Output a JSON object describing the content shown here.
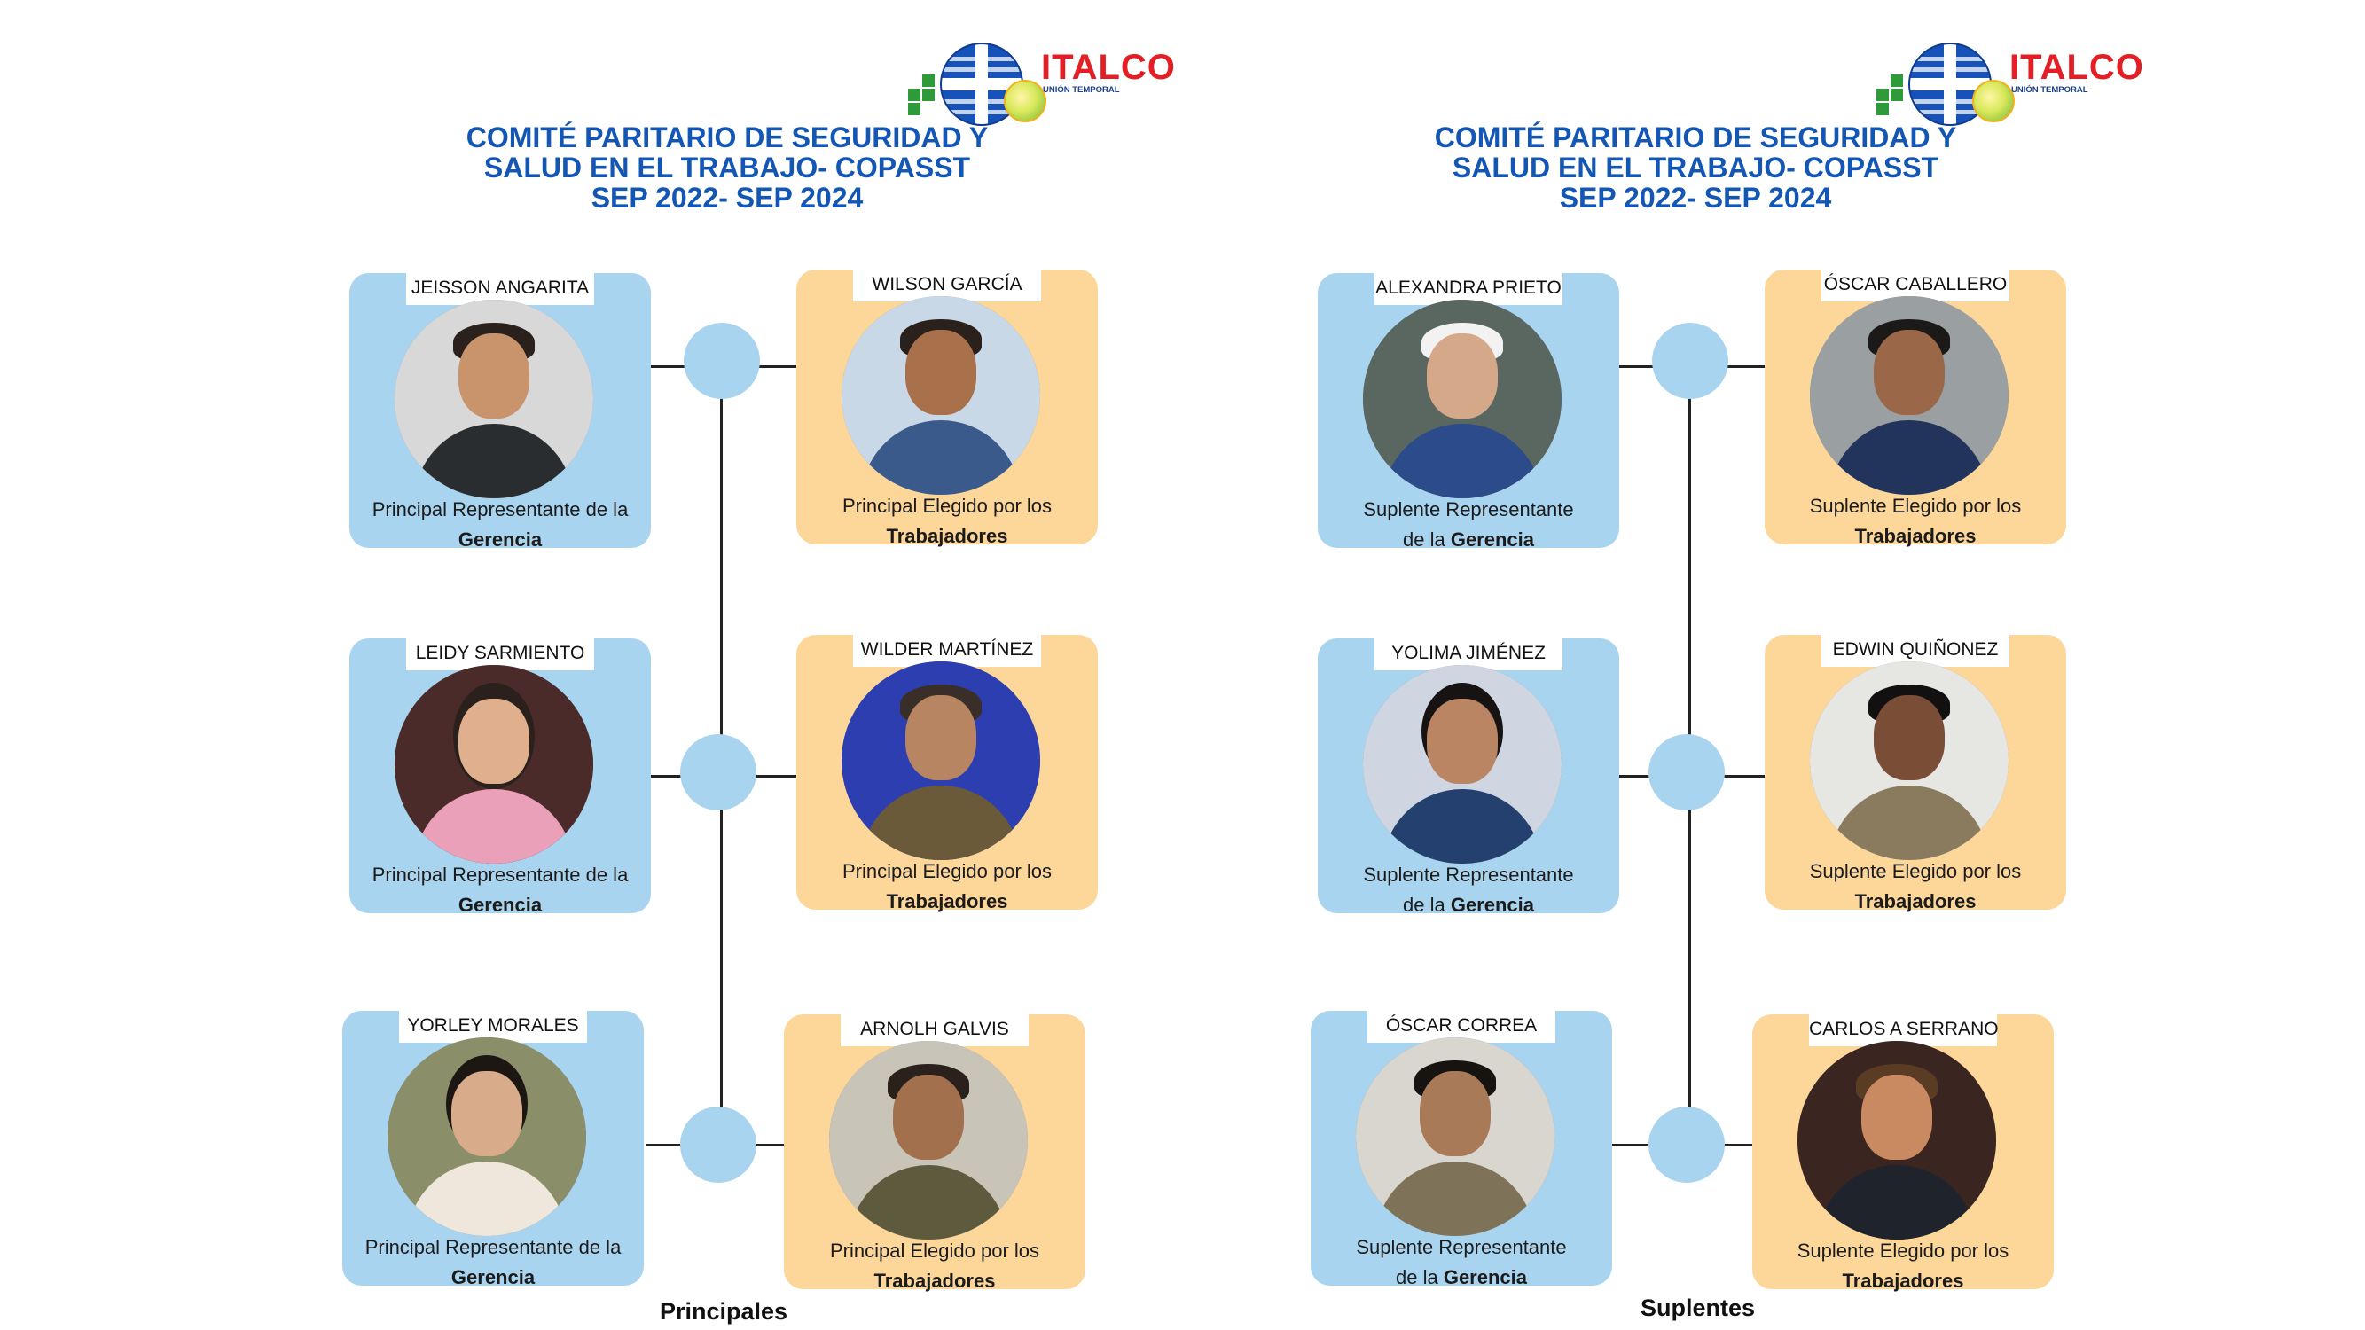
{
  "brand": {
    "name": "ITALCO",
    "subtitle": "UNIÓN TEMPORAL"
  },
  "colors": {
    "title_blue": "#1456b4",
    "management_card": "#a9d4ef",
    "workers_card": "#fdd69a",
    "brand_red": "#e31e24"
  },
  "panels": [
    {
      "title": [
        "COMITÉ PARITARIO DE SEGURIDAD Y",
        "SALUD EN EL TRABAJO- COPASST",
        "SEP 2022- SEP 2024"
      ],
      "caption": "Principales",
      "members": [
        {
          "name": "JEISSON ANGARITA",
          "role_a": "Principal Representante de la",
          "role_b": "Gerencia"
        },
        {
          "name": "WILSON GARCÍA",
          "role_a": "Principal Elegido por los",
          "role_b": "Trabajadores"
        },
        {
          "name": "LEIDY SARMIENTO",
          "role_a": "Principal Representante de la",
          "role_b": "Gerencia"
        },
        {
          "name": "WILDER MARTÍNEZ",
          "role_a": "Principal Elegido por los",
          "role_b": "Trabajadores"
        },
        {
          "name": "YORLEY MORALES",
          "role_a": "Principal Representante de la",
          "role_b": "Gerencia"
        },
        {
          "name": "ARNOLH GALVIS",
          "role_a": "Principal Elegido por los",
          "role_b": "Trabajadores"
        }
      ]
    },
    {
      "title": [
        "COMITÉ PARITARIO DE SEGURIDAD Y",
        "SALUD EN EL TRABAJO- COPASST",
        "SEP 2022- SEP 2024"
      ],
      "caption": "Suplentes",
      "members": [
        {
          "name": "ALEXANDRA PRIETO",
          "role_a": "Suplente Representante",
          "role_pre": "de la ",
          "role_b": "Gerencia"
        },
        {
          "name": "ÓSCAR CABALLERO",
          "role_a": "Suplente Elegido por los",
          "role_b": "Trabajadores"
        },
        {
          "name": "YOLIMA JIMÉNEZ",
          "role_a": "Suplente Representante",
          "role_pre": "de la ",
          "role_b": "Gerencia"
        },
        {
          "name": "EDWIN QUIÑONEZ",
          "role_a": "Suplente Elegido por los",
          "role_b": "Trabajadores"
        },
        {
          "name": "ÓSCAR CORREA",
          "role_a": "Suplente Representante",
          "role_pre": "de la ",
          "role_b": "Gerencia"
        },
        {
          "name": "CARLOS A SERRANO",
          "role_a": "Suplente Elegido por los",
          "role_b": "Trabajadores"
        }
      ]
    }
  ]
}
